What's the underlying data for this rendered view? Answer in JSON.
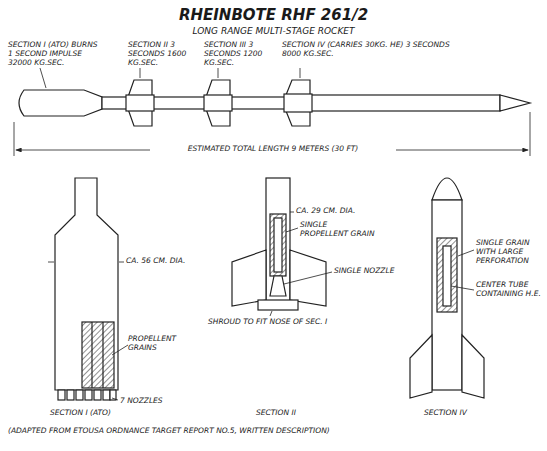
{
  "diagram": {
    "title": "RHEINBOTE RHF 261/2",
    "caption": "(ADAPTED FROM ETOUSA ORDNANCE TARGET REPORT NO.5, WRITTEN DESCRIPTION)",
    "labels": [
      "LONG RANGE MULTI-STAGE ROCKET",
      "SECTION I (ATO) BURNS 1 SECOND IMPULSE 32000 KG.SEC.",
      "SECTION II 3 SECONDS 1600 KG.SEC.",
      "SECTION III 3 SECONDS 1200 KG.SEC.",
      "SECTION IV (CARRIES 30KG. HE) 3 SECONDS 8000 KG.SEC.",
      "ESTIMATED TOTAL LENGTH 9 METERS (30 FT)",
      "CA. 56 CM. DIA.",
      "PROPELLENT GRAINS",
      "7 NOZZLES",
      "SECTION I (ATO)",
      "CA. 29 CM. DIA.",
      "SINGLE PROPELLENT GRAIN",
      "SINGLE NOZZLE",
      "SHROUD TO FIT NOSE OF SEC. I",
      "SECTION II",
      "SINGLE GRAIN WITH LARGE PERFORATION",
      "CENTER TUBE CONTAINING H.E.",
      "SECTION IV"
    ]
  }
}
